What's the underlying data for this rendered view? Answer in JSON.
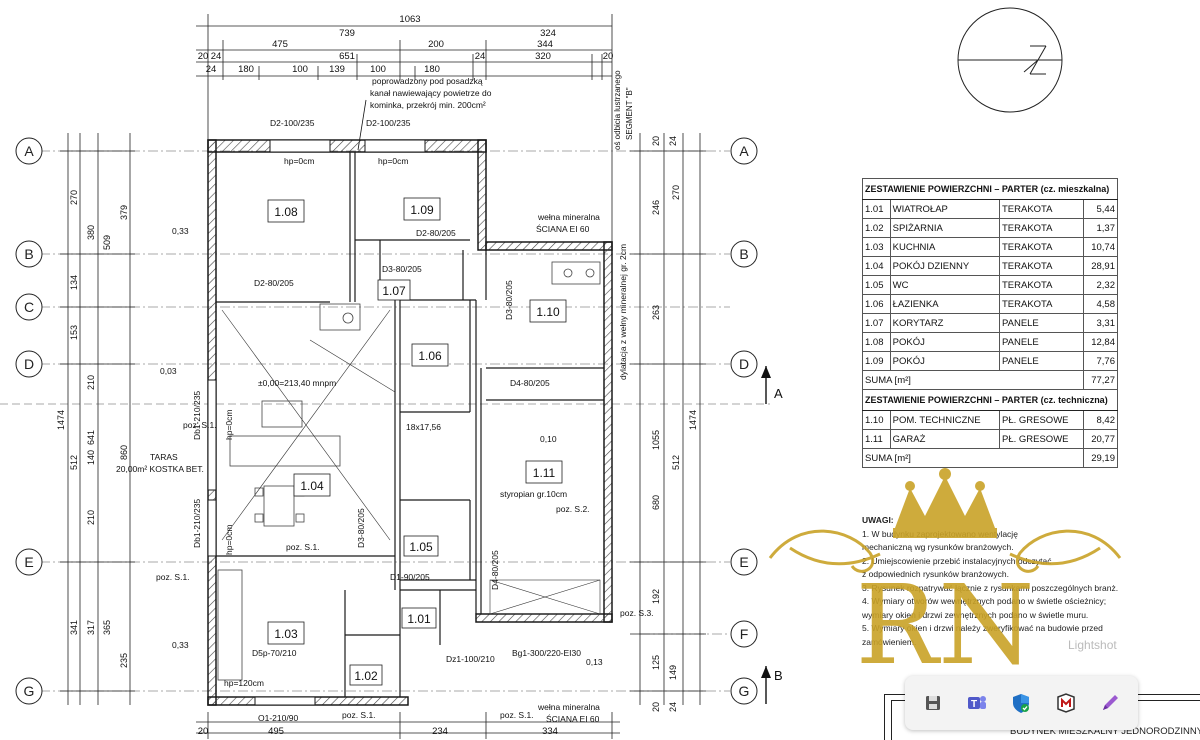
{
  "dims": {
    "top": [
      "1063",
      "739",
      "324",
      "475",
      "200",
      "344",
      "20",
      "24",
      "651",
      "24",
      "320",
      "20",
      "180",
      "100",
      "139",
      "100",
      "180",
      "24"
    ],
    "left_vertical": [
      "270",
      "379",
      "380",
      "509",
      "134",
      "153",
      "210",
      "641",
      "1474",
      "512",
      "860",
      "140",
      "210",
      "317",
      "341",
      "365",
      "235"
    ],
    "right_vertical": [
      "20",
      "24",
      "246",
      "270",
      "263",
      "1474",
      "512",
      "1055",
      "680",
      "192",
      "125",
      "149",
      "20",
      "24"
    ],
    "bottom": [
      "495",
      "234",
      "334",
      "20"
    ]
  },
  "axes": [
    "A",
    "B",
    "C",
    "D",
    "E",
    "F",
    "G"
  ],
  "section_marks": [
    "A",
    "B"
  ],
  "annotations": {
    "chimney_note": [
      "poprowadzony pod posadzką",
      "kanał nawiewający powietrze do",
      "kominka, przekrój min. 200cm²"
    ],
    "mirror_axis": [
      "oś odbicia lustrzanego",
      "SEGMENT \"B\""
    ],
    "wool_top": [
      "wełna mineralna",
      "ŚCIANA EI 60"
    ],
    "wool_bottom": [
      "wełna mineralna",
      "ŚCIANA EI 60"
    ],
    "dilatation": "dylatacja z wełny mineralnej gr. 2cm",
    "styrofoam": "styropian gr.10cm",
    "terrace": [
      "TARAS",
      "20,00m² KOSTKA BET."
    ],
    "level": "±0,00=213,40 mnpm",
    "stairs": "18x17,56"
  },
  "doors": [
    "D2-100/235",
    "D2-100/235",
    "D2-80/205",
    "D2-80/205",
    "D3-80/205",
    "D3-80/205",
    "D4-80/205",
    "Db1-210/235",
    "Db1-210/235",
    "D3-80/205",
    "D1-90/205",
    "D4-80/205",
    "D5p-70/210",
    "Dz1-100/210",
    "Bg1-300/220-EI30",
    "O1-210/90"
  ],
  "heights": [
    "hp=0cm",
    "hp=0cm",
    "hp=0cm",
    "hp=0cm",
    "hp=120cm"
  ],
  "posadzki": [
    "poz. S.1.",
    "poz. S.1.",
    "poz. S.1.",
    "poz. S.2.",
    "poz. S.3.",
    "poz. S.1.",
    "poz. S.1."
  ],
  "levels": [
    "0,33",
    "0,03",
    "0,33",
    "0,10",
    "0,13"
  ],
  "rooms": [
    {
      "id": "1.01",
      "name": "WIATROŁAP",
      "floor": "TERAKOTA",
      "area": "5,44"
    },
    {
      "id": "1.02",
      "name": "SPIŻARNIA",
      "floor": "TERAKOTA",
      "area": "1,37"
    },
    {
      "id": "1.03",
      "name": "KUCHNIA",
      "floor": "TERAKOTA",
      "area": "10,74"
    },
    {
      "id": "1.04",
      "name": "POKÓJ DZIENNY",
      "floor": "TERAKOTA",
      "area": "28,91"
    },
    {
      "id": "1.05",
      "name": "WC",
      "floor": "TERAKOTA",
      "area": "2,32"
    },
    {
      "id": "1.06",
      "name": "ŁAZIENKA",
      "floor": "TERAKOTA",
      "area": "4,58"
    },
    {
      "id": "1.07",
      "name": "KORYTARZ",
      "floor": "PANELE",
      "area": "3,31"
    },
    {
      "id": "1.08",
      "name": "POKÓJ",
      "floor": "PANELE",
      "area": "12,84"
    },
    {
      "id": "1.09",
      "name": "POKÓJ",
      "floor": "PANELE",
      "area": "7,76"
    }
  ],
  "residential_table": {
    "title": "ZESTAWIENIE POWIERZCHNI – PARTER (cz. mieszkalna)",
    "sum_label": "SUMA [m²]",
    "sum": "77,27"
  },
  "technical_table": {
    "title": "ZESTAWIENIE POWIERZCHNI – PARTER (cz. techniczna)",
    "rows": [
      {
        "id": "1.10",
        "name": "POM. TECHNICZNE",
        "floor": "PŁ. GRESOWE",
        "area": "8,42"
      },
      {
        "id": "1.11",
        "name": "GARAŻ",
        "floor": "PŁ. GRESOWE",
        "area": "20,77"
      }
    ],
    "sum_label": "SUMA [m²]",
    "sum": "29,19"
  },
  "notes": {
    "title": "UWAGI:",
    "lines": [
      "1. W budynku zaprojektowano wentylację",
      "mechaniczną wg rysunków branżowych.",
      "2. Umiejscowienie przebić instalacyjnych odczytać",
      "z odpowiednich rysunków branżowych.",
      "3. Rysunek rozpatrywać łącznie z rysunkami poszczególnych branż.",
      "4. Wymiary otworów wewnętrznych podano w świetle ościeżnicy;",
      "wymiary okien i drzwi zewnętrznych podano w świetle muru.",
      "5. Wymiary okien i drzwi należy zweryfikować na budowie przed",
      "zamówieniem."
    ]
  },
  "watermark": {
    "letters": "RN",
    "color": "#c9a227"
  },
  "lightshot_label": "Lightshot",
  "toolbar": {
    "items": [
      "save-icon",
      "teams-icon",
      "defender-icon",
      "mcafee-icon",
      "pen-icon"
    ]
  },
  "title_block": "BUDYNEK MIESZKALNY JEDNORODZINNY",
  "colors": {
    "line": "#1a1a1a",
    "wall": "#6a6a6a",
    "gold": "#c9a227",
    "axis": "#333333"
  }
}
